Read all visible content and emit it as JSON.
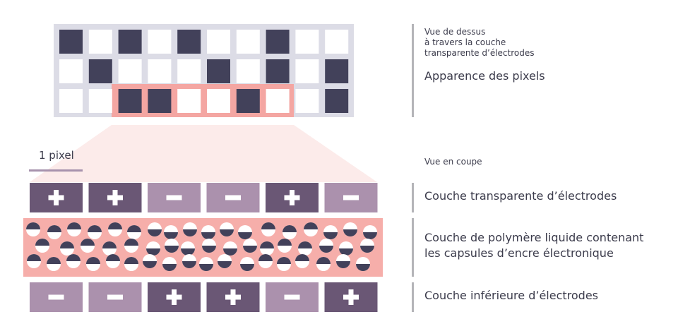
{
  "colors": {
    "dark": "#42415a",
    "white": "#ffffff",
    "grid_bg": "#dcdce6",
    "highlight": "#f4a6a2",
    "zoom": "#fcebea",
    "ink_layer": "#f6aeaa",
    "electrode_plus": "#6a5775",
    "electrode_minus": "#ab91ad",
    "pixel_line": "#a792ad",
    "divider": "#b4b4b8"
  },
  "pixel_grid": {
    "rows": [
      [
        1,
        0,
        1,
        0,
        1,
        0,
        0,
        1,
        0,
        0
      ],
      [
        0,
        1,
        0,
        0,
        0,
        1,
        0,
        1,
        0,
        1
      ],
      [
        0,
        0,
        1,
        1,
        0,
        0,
        1,
        0,
        0,
        1
      ]
    ],
    "highlight_from_col": 2,
    "highlight_to_col": 7
  },
  "top_electrodes": [
    "+",
    "+",
    "-",
    "-",
    "+",
    "-"
  ],
  "bottom_electrodes": [
    "-",
    "-",
    "+",
    "+",
    "-",
    "+"
  ],
  "labels": {
    "top_view_line1": "Vue de dessus",
    "top_view_line2": "à travers la couche",
    "top_view_line3": "transparente d’électrodes",
    "pixel_appearance": "Apparence des pixels",
    "one_pixel": "1 pixel",
    "cross_section": "Vue en coupe",
    "top_layer": "Couche transparente d’électrodes",
    "polymer_line1": "Couche de polymère liquide contenant",
    "polymer_line2": "les capsules d’encre électronique",
    "bottom_layer": "Couche inférieure d’électrodes"
  }
}
